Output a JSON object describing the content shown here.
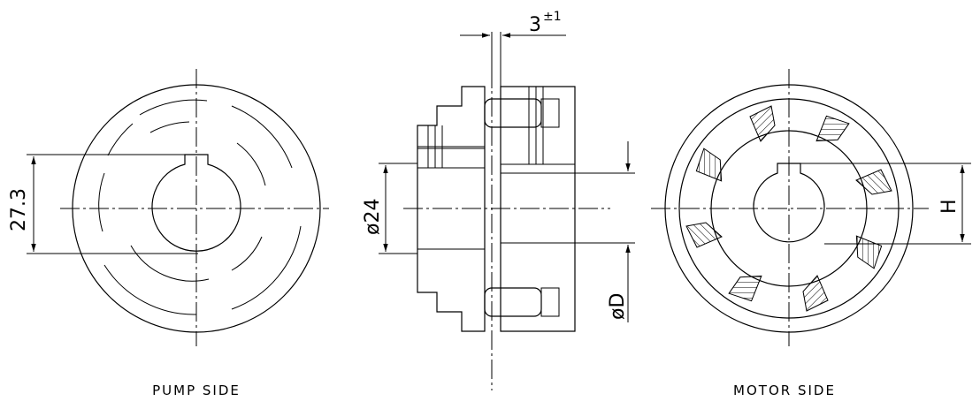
{
  "labels": {
    "pump_side": "PUMP SIDE",
    "motor_side": "MOTOR SIDE"
  },
  "dimensions": {
    "pump_key_height": "27.3",
    "hub_diameter": "ø24",
    "outer_diameter": "øD",
    "motor_key_height": "H",
    "gap_value": "3",
    "gap_tolerance": "±1"
  }
}
